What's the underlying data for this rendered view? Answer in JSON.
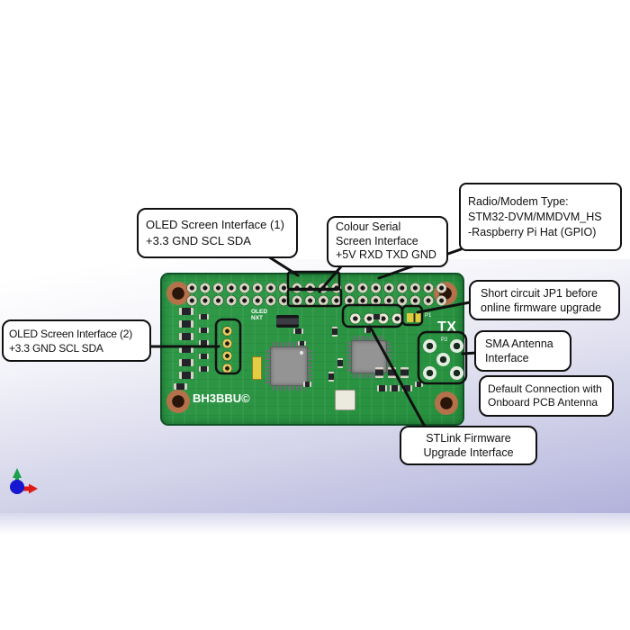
{
  "callouts": {
    "oled1": {
      "line1": "OLED Screen Interface (1)",
      "line2": "+3.3 GND SCL SDA"
    },
    "colour_serial": {
      "line1": "Colour Serial",
      "line2": "Screen Interface",
      "line3": "+5V RXD TXD GND"
    },
    "radio_modem": {
      "line1": "Radio/Modem Type:",
      "line2": "STM32-DVM/MMDVM_HS",
      "line3": "-Raspberry Pi Hat (GPIO)"
    },
    "jp1": {
      "line1": "Short circuit JP1 before",
      "line2": "online firmware upgrade"
    },
    "sma": {
      "line1": "SMA Antenna",
      "line2": "Interface"
    },
    "default_antenna": {
      "line1": "Default Connection with",
      "line2": "Onboard PCB Antenna"
    },
    "oled2": {
      "line1": "OLED Screen Interface (2)",
      "line2": "+3.3 GND SCL SDA"
    },
    "stlink": {
      "line1": "STLink Firmware",
      "line2": "Upgrade Interface"
    }
  },
  "board": {
    "silkscreen_id": "BH3BBU©",
    "tx_label": "TX",
    "oled_nxt_label": "OLED\nNXT",
    "p1_label": "P1",
    "p2_label": "P2"
  },
  "colors": {
    "pcb_green": "#2e9847",
    "background_band": "#b2b2dc",
    "leader_line": "#101010",
    "axis_x_red": "#e01818",
    "axis_y_green": "#18a04a",
    "axis_z_blue": "#1717cf"
  }
}
